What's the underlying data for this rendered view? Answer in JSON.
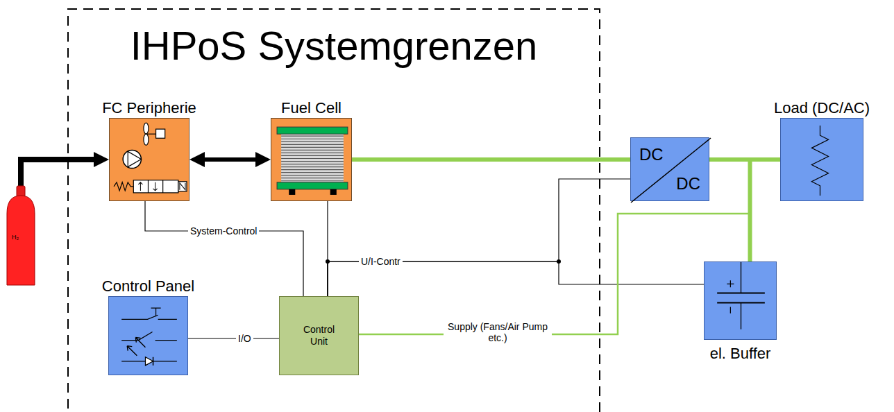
{
  "diagram": {
    "nodes": [
      {
        "text": [
          "IHPoS Systemgrenzen"
        ]
      },
      {
        "text": [
          "FC Peripherie"
        ],
        "in": 0
      },
      {
        "text": [
          "Fuel Cell"
        ],
        "in": 0
      },
      {
        "text": [
          "DC",
          "DC"
        ]
      },
      {
        "text": [
          "Load (DC/AC)"
        ]
      },
      {
        "text": [
          "H₂"
        ]
      },
      {
        "text": [
          "Control Panel"
        ],
        "in": 0
      },
      {
        "text": [
          "Control Unit"
        ],
        "in": 0
      },
      {
        "text": [
          "el. Buffer"
        ]
      }
    ],
    "edges": [
      {
        "from": 5,
        "to": 1,
        "arrow": "to"
      },
      {
        "from": 1,
        "to": 2,
        "arrow": "both"
      },
      {
        "from": 2,
        "to": 3,
        "arrow": "none"
      },
      {
        "from": 3,
        "to": 4,
        "arrow": "none"
      },
      {
        "from": 3,
        "to": 8,
        "arrow": "none"
      },
      {
        "from": 1,
        "to": 7,
        "label": "System-Control",
        "arrow": "none"
      },
      {
        "from": 2,
        "to": 7,
        "arrow": "none"
      },
      {
        "from": 7,
        "to": 3,
        "label": "U/I-Contr",
        "arrow": "none"
      },
      {
        "from": 7,
        "to": 8,
        "arrow": "none"
      },
      {
        "from": 6,
        "to": 7,
        "label": "I/O",
        "arrow": "none"
      },
      {
        "from": 7,
        "to": 8,
        "label": "Supply (Fans/Air Pump etc.)",
        "arrow": "none"
      }
    ]
  }
}
